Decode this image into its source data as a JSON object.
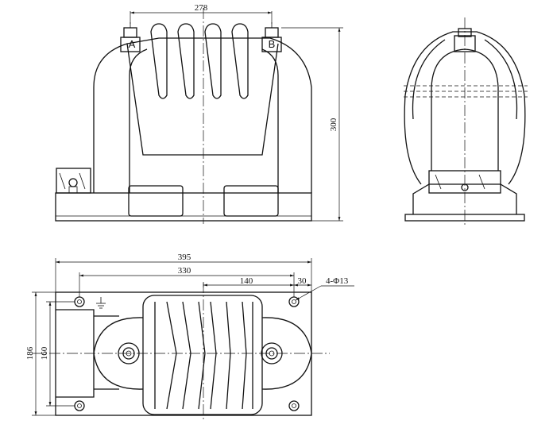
{
  "front_view": {
    "terminal_a": "A",
    "terminal_b": "B",
    "dim_terminal_spacing": "278",
    "dim_height": "300"
  },
  "plan_view": {
    "dim_overall_length": "395",
    "dim_mount_hole_spacing_long": "330",
    "dim_partial": "140",
    "dim_offset": "30",
    "dim_overall_width": "186",
    "dim_mount_hole_spacing_short": "160",
    "hole_callout": "4-Φ13"
  }
}
